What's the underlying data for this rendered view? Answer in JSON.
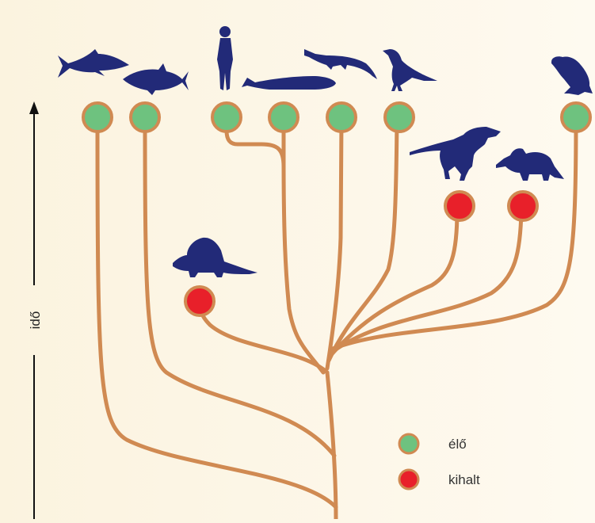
{
  "axis": {
    "label": "idő"
  },
  "legend": {
    "living": {
      "label": "élő",
      "color": "#6ec27f"
    },
    "extinct": {
      "label": "kihalt",
      "color": "#e8202a"
    }
  },
  "colors": {
    "branch": "#d08a52",
    "silhouette": "#222a78",
    "node_ring": "#d08a52"
  },
  "taxa": [
    {
      "name": "shark-icon",
      "status": "living"
    },
    {
      "name": "tuna-fish-icon",
      "status": "living"
    },
    {
      "name": "human-icon",
      "status": "living"
    },
    {
      "name": "whale-icon",
      "status": "living"
    },
    {
      "name": "crocodile-icon",
      "status": "living"
    },
    {
      "name": "bird-icon",
      "status": "living"
    },
    {
      "name": "frog-icon",
      "status": "living"
    },
    {
      "name": "dimetrodon-icon",
      "status": "extinct"
    },
    {
      "name": "tyrannosaurus-icon",
      "status": "extinct"
    },
    {
      "name": "triceratops-icon",
      "status": "extinct"
    }
  ]
}
